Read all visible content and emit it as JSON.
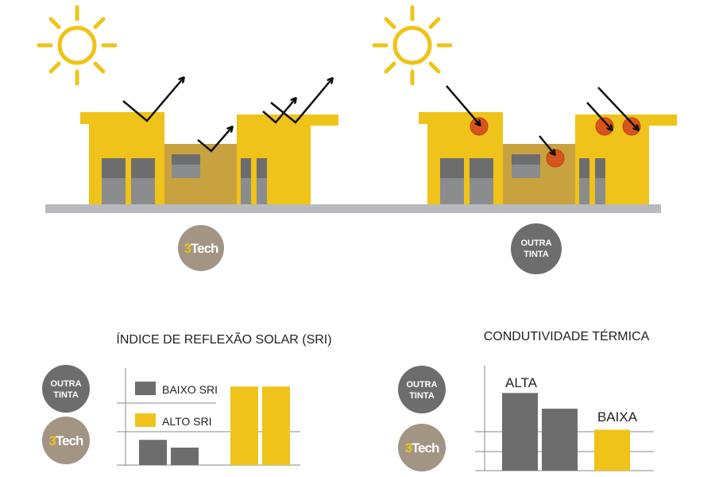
{
  "colors": {
    "yellow": "#efc319",
    "ochre": "#c9a240",
    "gray_dark": "#6d6d6e",
    "gray_light": "#8b8c8e",
    "ground": "#b9babd",
    "hot": "#d9541c",
    "logo_tan": "#a39583",
    "outra_gray": "#6d6d6d"
  },
  "logos": {
    "brand_3tech": "3Tech",
    "outra_line1": "OUTRA",
    "outra_line2": "TINTA"
  },
  "chart_data": [
    {
      "type": "bar",
      "title": "ÍNDICE DE REFLEXÃO SOLAR (SRI)",
      "legend": [
        {
          "name": "BAIXO SRI",
          "color": "#6d6d6e"
        },
        {
          "name": "ALTO SRI",
          "color": "#efc319"
        }
      ],
      "series": [
        {
          "name": "OUTRA TINTA",
          "color": "#6d6d6e",
          "values": [
            26,
            18
          ]
        },
        {
          "name": "3Tech",
          "color": "#efc319",
          "values": [
            81,
            81
          ]
        }
      ],
      "ylim": [
        0,
        100
      ],
      "grid": true,
      "legend_position": "top-left"
    },
    {
      "type": "bar",
      "title": "CONDUTIVIDADE TÉRMICA",
      "series": [
        {
          "name": "OUTRA TINTA",
          "color": "#6d6d6e",
          "values": [
            74,
            59
          ],
          "label": "ALTA"
        },
        {
          "name": "3Tech",
          "color": "#efc319",
          "values": [
            39
          ],
          "label": "BAIXA"
        }
      ],
      "ylim": [
        0,
        100
      ],
      "grid": true
    }
  ]
}
